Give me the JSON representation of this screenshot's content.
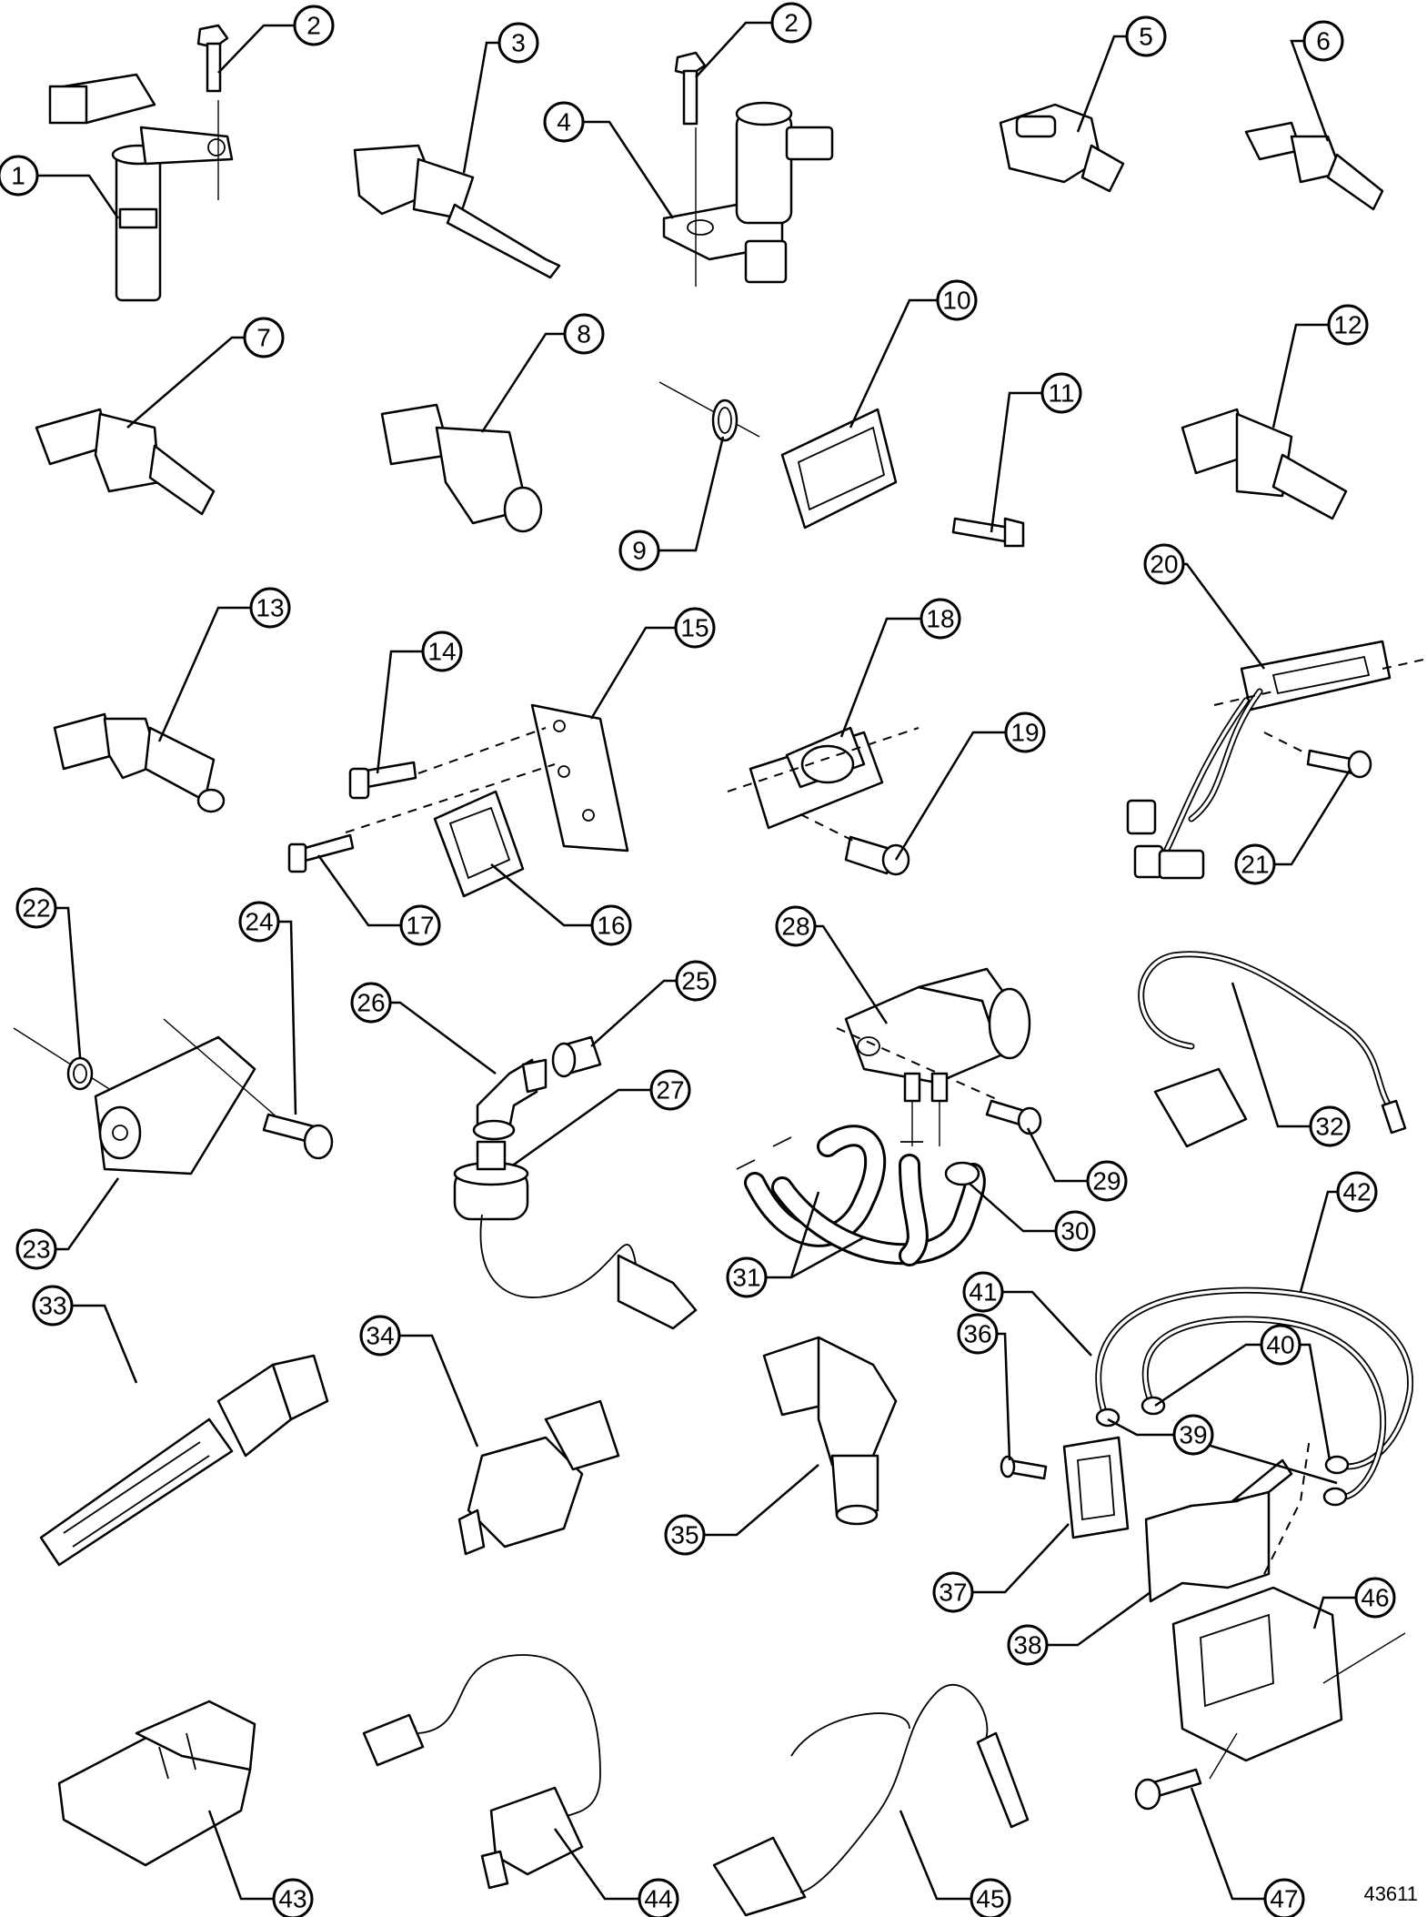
{
  "diagram": {
    "figure_id": "43611",
    "callout_labels": [
      "1",
      "2",
      "3",
      "4",
      "5",
      "6",
      "7",
      "8",
      "9",
      "10",
      "11",
      "12",
      "13",
      "14",
      "15",
      "16",
      "17",
      "18",
      "19",
      "20",
      "21",
      "22",
      "23",
      "24",
      "25",
      "26",
      "27",
      "28",
      "29",
      "30",
      "31",
      "32",
      "33",
      "34",
      "35",
      "36",
      "37",
      "38",
      "39",
      "40",
      "41",
      "42",
      "43",
      "44",
      "45",
      "46",
      "47"
    ]
  },
  "icons": {
    "part_1": "camshaft-position-sensor-icon",
    "part_2": "bolt-icon",
    "part_3": "temperature-sensor-probe-icon",
    "part_4": "crankshaft-position-sensor-icon",
    "part_5": "pressure-sensor-icon",
    "part_6": "temperature-sensor-icon",
    "part_8": "oil-pressure-sensor-icon",
    "part_9": "o-ring-icon",
    "part_10": "map-sensor-icon",
    "part_15": "mounting-bracket-icon",
    "part_16": "control-module-icon",
    "part_18": "pressure-sensor-icon",
    "part_20": "sensor-with-harness-icon",
    "part_23": "map-sensor-icon",
    "part_26": "elbow-fitting-icon",
    "part_27": "knock-sensor-icon",
    "part_28": "pressure-transducer-icon",
    "part_31": "vacuum-hose-icon",
    "part_32": "temperature-probe-harness-icon",
    "part_33": "fuel-level-sender-icon",
    "part_35": "speed-sensor-icon",
    "part_37": "switch-icon",
    "part_38": "bracket-icon",
    "part_42": "wiring-harness-icon",
    "part_43": "connector-icon",
    "part_44": "pressure-switch-harness-icon",
    "part_45": "temperature-sensor-harness-icon",
    "part_46": "electronic-module-icon"
  }
}
